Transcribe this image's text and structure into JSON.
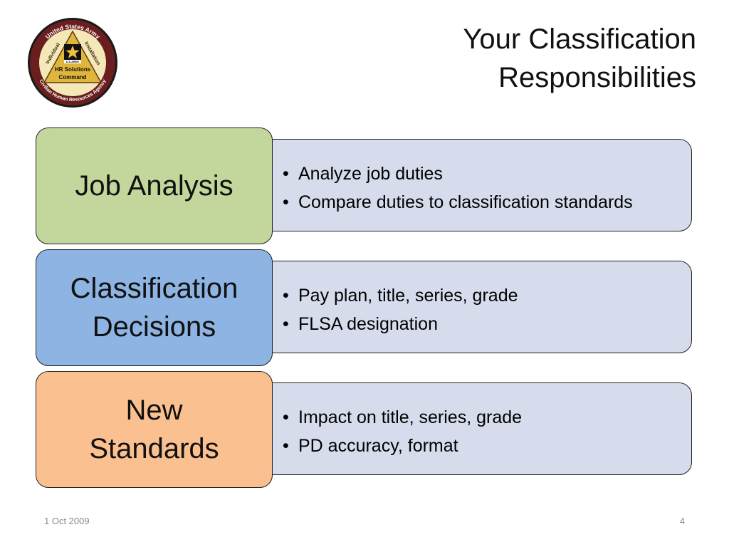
{
  "slide": {
    "title_line1": "Your Classification",
    "title_line2": "Responsibilities",
    "footer_date": "1 Oct 2009",
    "page_number": "4"
  },
  "logo": {
    "ring_top": "United States Army",
    "left_side": "Individual",
    "right_side": "Installation",
    "badge": "U.S.ARMY",
    "inner_line1": "HR Solutions",
    "inner_line2": "Command",
    "ring_bottom": "Civilian Human Resources Agency",
    "icon": "army-star-icon"
  },
  "rows": [
    {
      "label_line1": "Job Analysis",
      "label_line2": "",
      "bullets": [
        "Analyze job duties",
        "Compare duties to classification standards"
      ]
    },
    {
      "label_line1": "Classification",
      "label_line2": "Decisions",
      "bullets": [
        "Pay plan, title, series, grade",
        "FLSA designation"
      ]
    },
    {
      "label_line1": "New",
      "label_line2": "Standards",
      "bullets": [
        "Impact on title, series, grade",
        "PD accuracy, format"
      ]
    }
  ],
  "colors": {
    "row1_label": "#c3d69b",
    "row2_label": "#8db4e2",
    "row3_label": "#fac090",
    "detail_fill": "#d6dcec",
    "logo_gold": "#e0b53c",
    "logo_maroon": "#6b1e1e"
  }
}
